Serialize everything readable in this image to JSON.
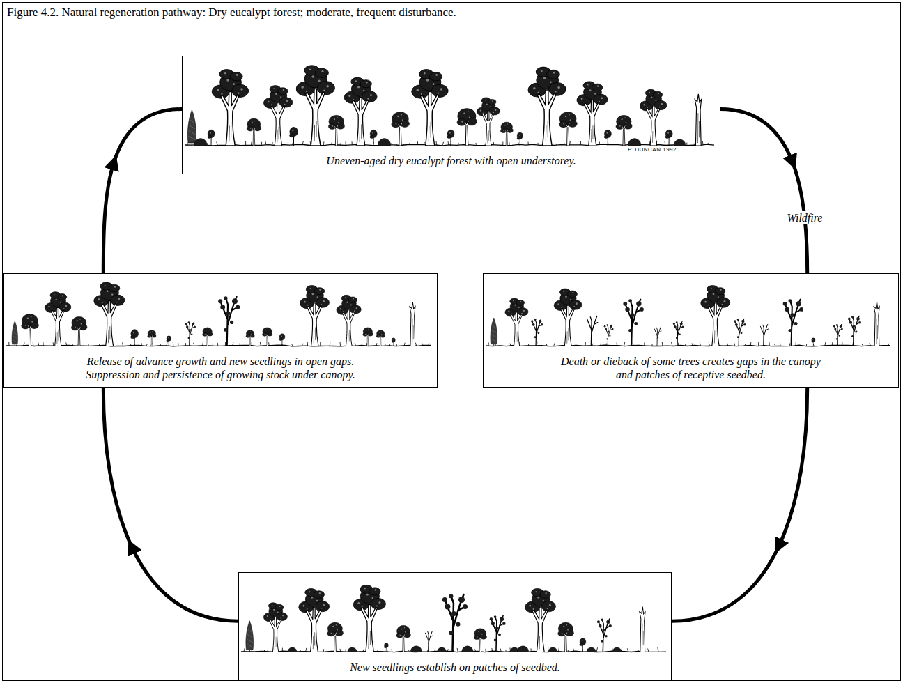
{
  "diagram": {
    "title": "Figure 4.2. Natural regeneration pathway: Dry eucalypt forest; moderate, frequent disturbance.",
    "nodes": [
      {
        "text": [
          "Uneven-aged dry eucalypt forest with open understorey."
        ]
      },
      {
        "text": [
          "Release of advance growth and new seedlings in open gaps. Suppression and persistence of growing stock under canopy."
        ]
      },
      {
        "text": [
          "Death or dieback of some trees creates gaps in the canopy and patches of receptive seedbed."
        ]
      },
      {
        "text": [
          "New seedlings establish on patches of seedbed."
        ]
      }
    ],
    "edges": [
      {
        "from": 0,
        "to": 2,
        "arrow": "to",
        "label": "Wildfire"
      },
      {
        "from": 2,
        "to": 3,
        "arrow": "to"
      },
      {
        "from": 3,
        "to": 1,
        "arrow": "to"
      },
      {
        "from": 1,
        "to": 0,
        "arrow": "to"
      }
    ],
    "labels": [
      "P. DUNCAN 1992"
    ]
  }
}
